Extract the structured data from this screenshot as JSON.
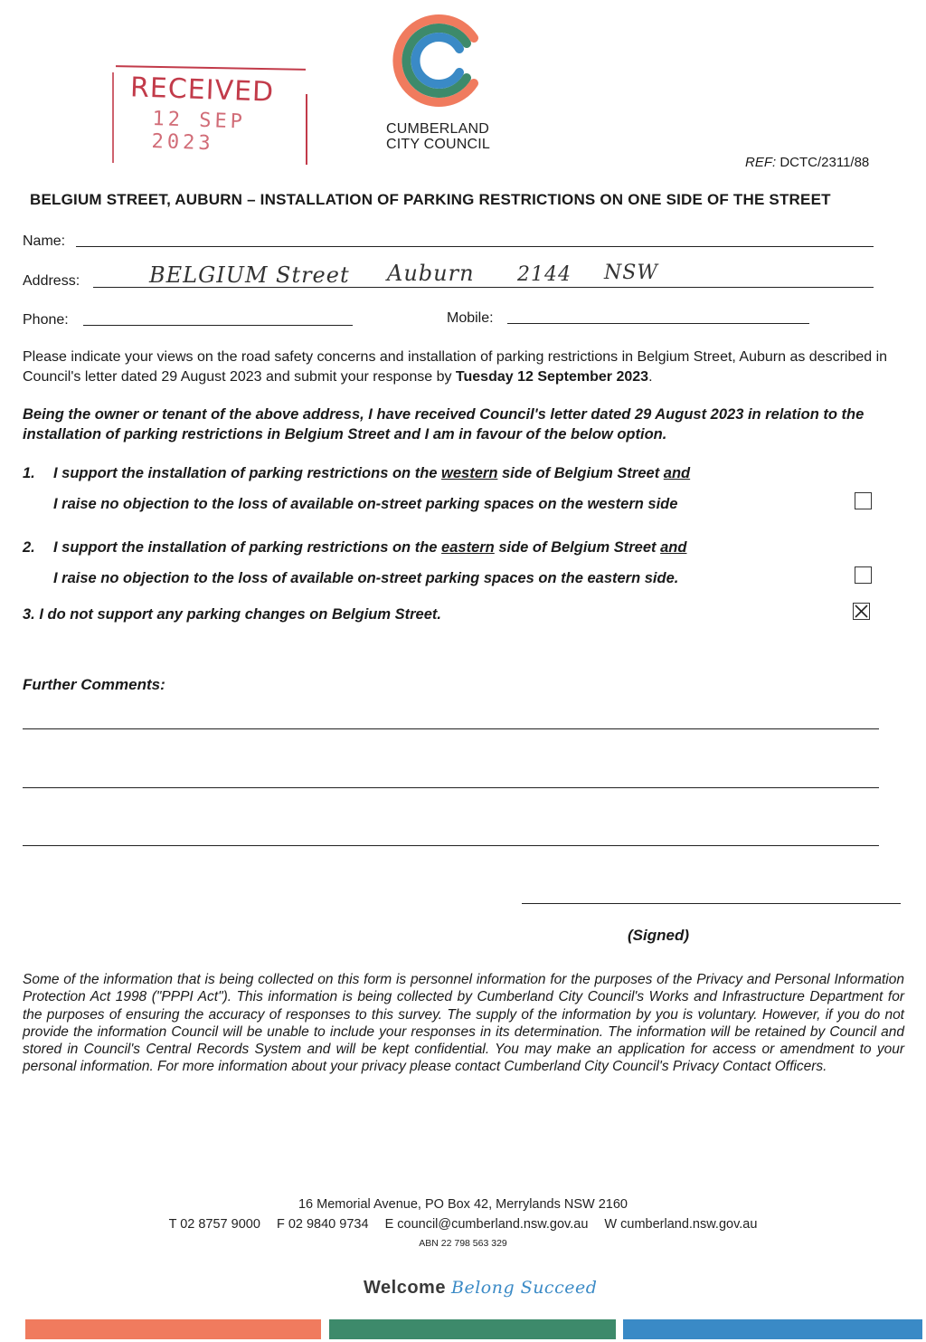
{
  "stamp": {
    "word": "RECEIVED",
    "date": "12 SEP 2023"
  },
  "logo": {
    "line1": "CUMBERLAND",
    "line2": "CITY COUNCIL",
    "colors": [
      "#f07b5e",
      "#3d8a6b",
      "#3a8ac6"
    ]
  },
  "ref": {
    "label": "REF:",
    "value": "DCTC/2311/88"
  },
  "heading": "BELGIUM STREET, AUBURN – INSTALLATION OF PARKING RESTRICTIONS ON ONE SIDE OF THE STREET",
  "fields": {
    "name_label": "Name:",
    "address_label": "Address:",
    "phone_label": "Phone:",
    "mobile_label": "Mobile:",
    "address_handwritten": [
      "BELGIUM",
      "Street",
      "Auburn",
      "2144",
      "NSW"
    ]
  },
  "intro": {
    "text": "Please indicate your views on the road safety concerns and installation of parking restrictions in Belgium Street, Auburn as described in Council's letter dated 29 August 2023 and submit your response by ",
    "deadline": "Tuesday 12 September 2023",
    "end": "."
  },
  "declaration": "Being the owner or tenant of the above address, I have received Council's letter dated 29 August 2023 in relation to the installation of parking restrictions in Belgium Street and I am in favour of the below option.",
  "options": [
    {
      "num": "1.",
      "a": "I support the installation of parking restrictions on the ",
      "side": "western",
      "b": " side of Belgium Street ",
      "and": "and",
      "line2": "I raise no objection to the loss of available on-street parking spaces on the western side",
      "checked": false
    },
    {
      "num": "2.",
      "a": "I support the installation of parking restrictions on the ",
      "side": "eastern",
      "b": " side of Belgium Street ",
      "and": "and",
      "line2": "I raise no objection to the loss of available on-street parking spaces on the eastern side.",
      "checked": false
    },
    {
      "num": "3.",
      "text": "I do not support any parking changes on Belgium Street.",
      "checked": true
    }
  ],
  "comments_label": "Further Comments:",
  "signed_label": "(Signed)",
  "privacy": "Some of the information that is being collected on this form is personnel information for the purposes of the Privacy and Personal Information Protection Act 1998 (\"PPPI Act\"). This information is being collected by Cumberland City Council's Works and Infrastructure Department for the purposes of ensuring the accuracy of responses to this survey. The supply of the information by you is voluntary. However, if you do not provide the information Council will be unable to include your responses in its determination. The information will be retained by Council and stored in Council's Central Records System and will be kept confidential. You may make an application for access or amendment to your personal information. For more information about your privacy please contact Cumberland City Council's Privacy Contact Officers.",
  "footer": {
    "address": "16 Memorial Avenue, PO Box 42, Merrylands NSW 2160",
    "phone": "T 02 8757 9000",
    "fax": "F 02 9840 9734",
    "email": "E council@cumberland.nsw.gov.au",
    "web": "W cumberland.nsw.gov.au",
    "abn": "ABN 22 798 563 329",
    "tagline_bold": "Welcome",
    "tagline_script": "Belong Succeed"
  }
}
